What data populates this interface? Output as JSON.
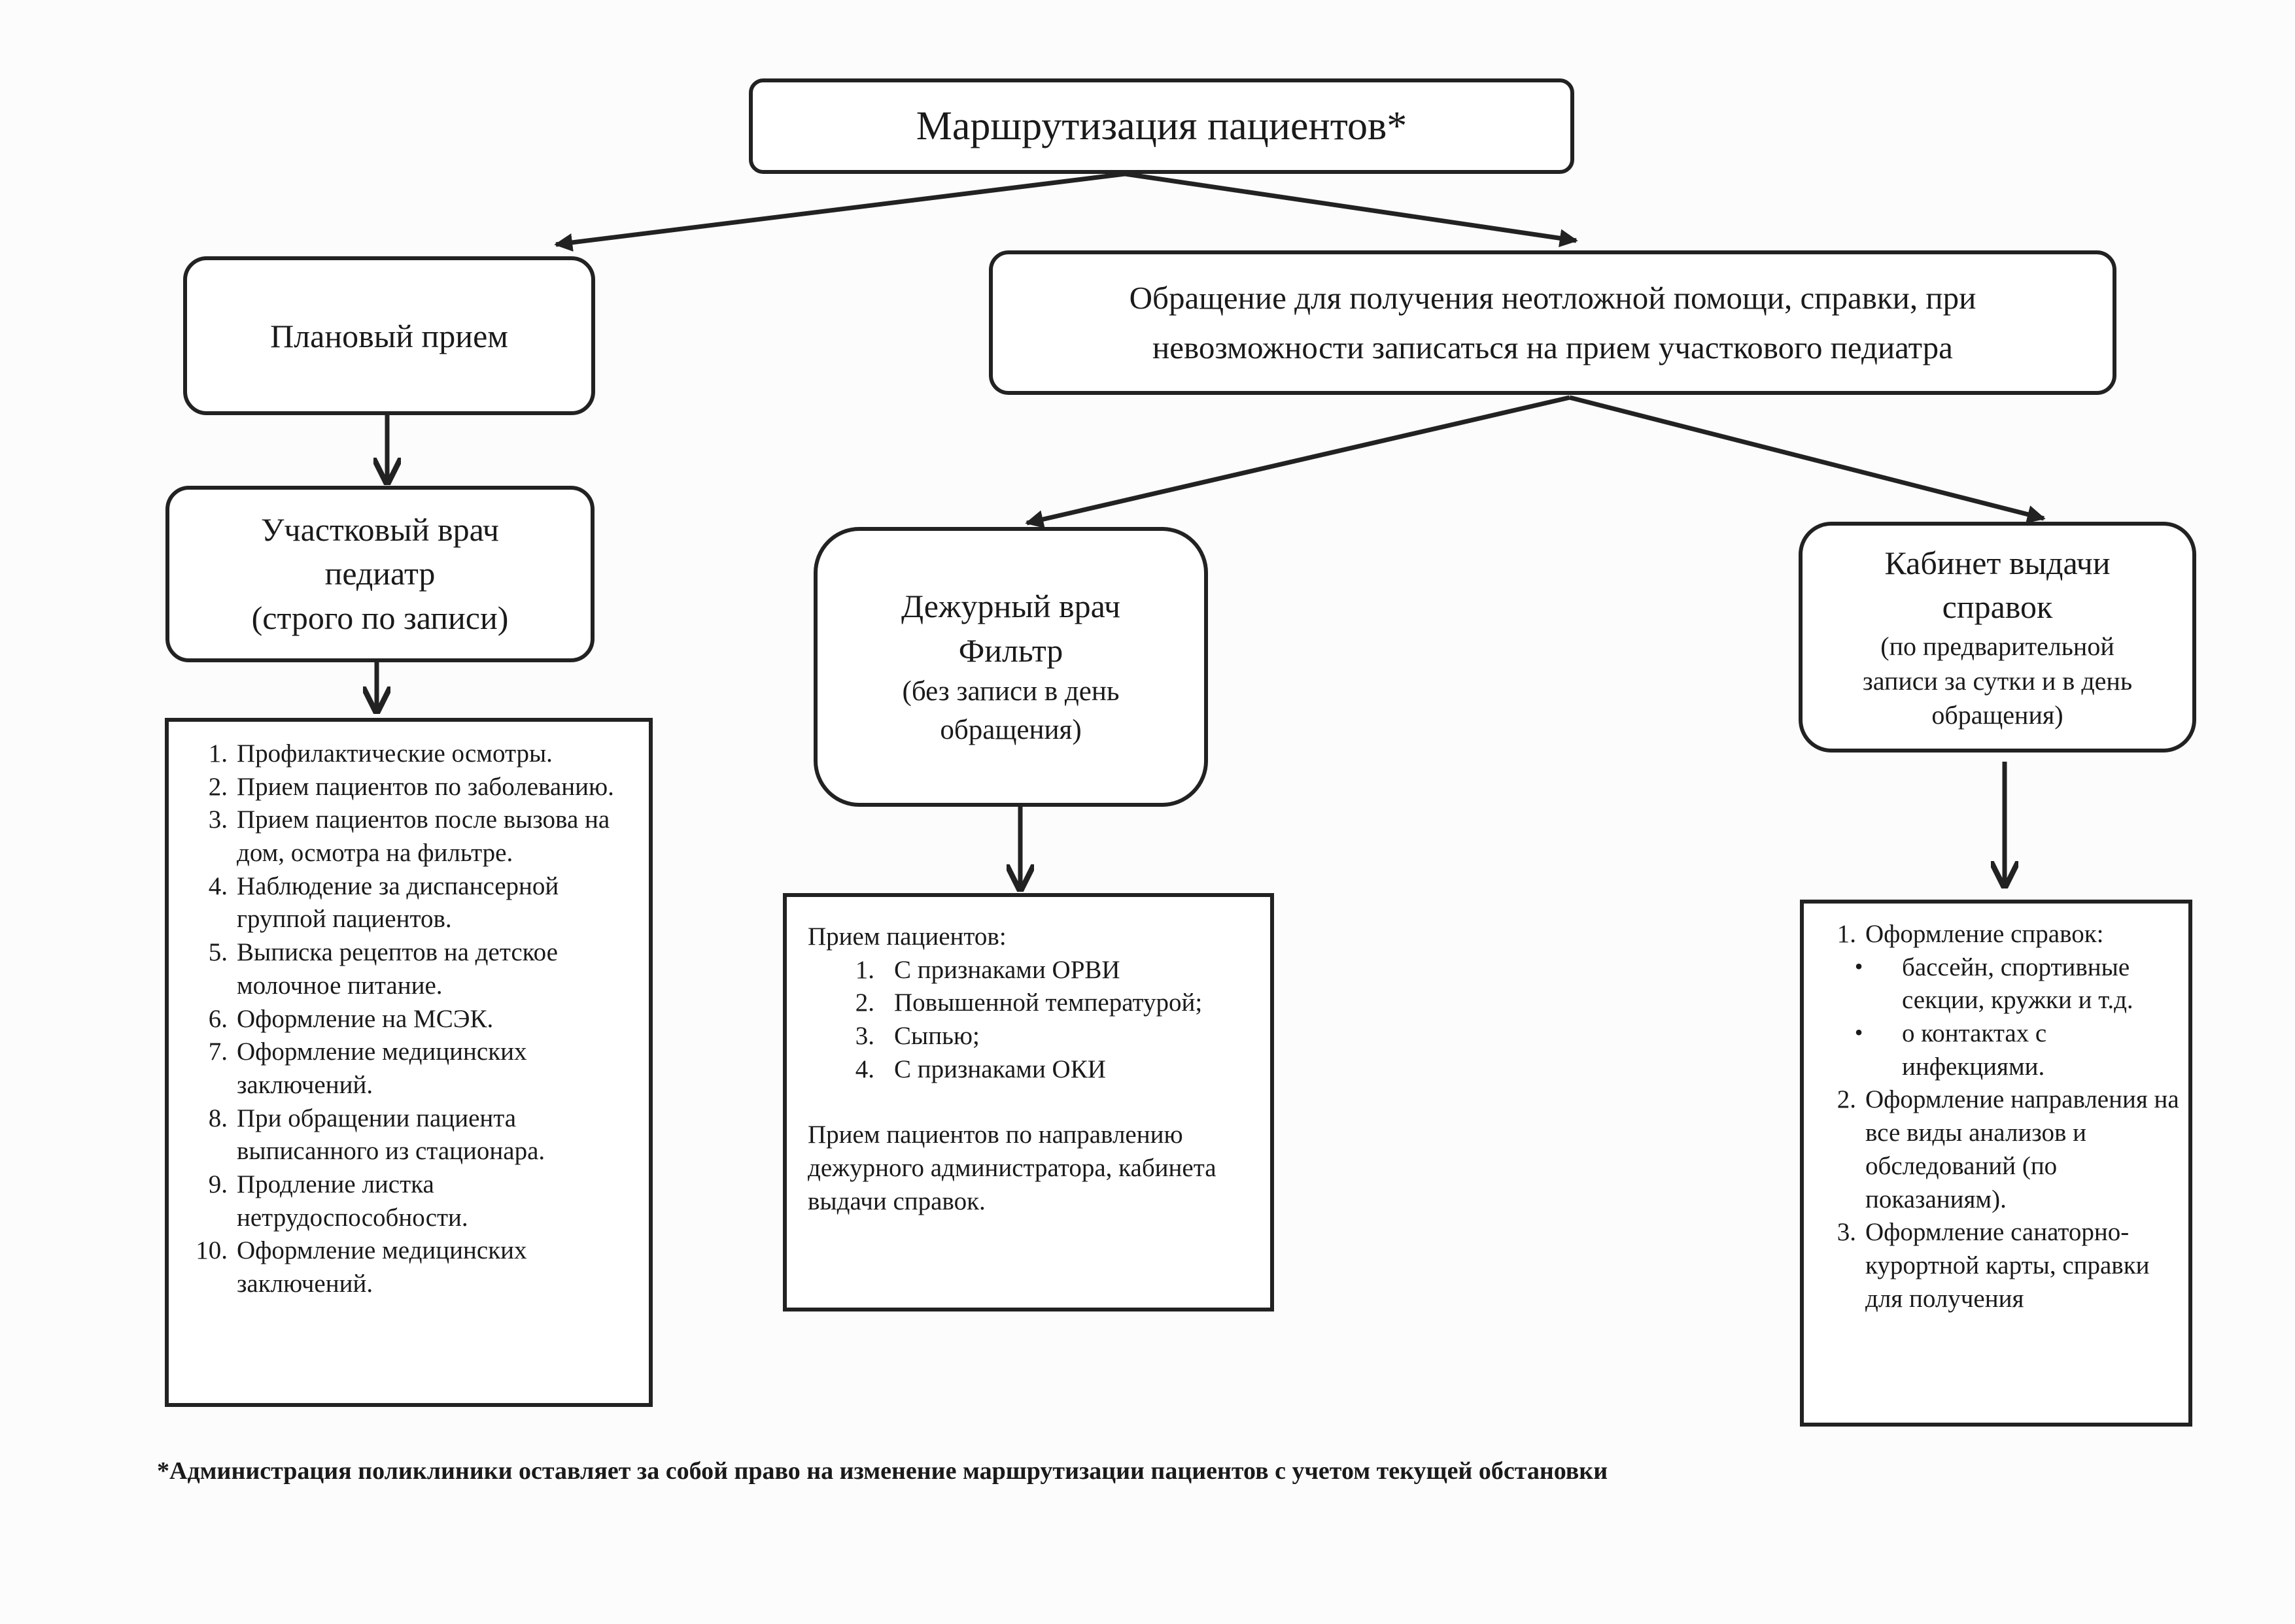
{
  "title": "Маршрутизация пациентов*",
  "planned": {
    "label": "Плановый прием"
  },
  "urgent": {
    "line1": "Обращение для получения неотложной помощи, справки, при",
    "line2": "невозможности записаться на прием участкового педиатра"
  },
  "district_doctor": {
    "line1": "Участковый врач",
    "line2": "педиатр",
    "line3": "(строго по записи)"
  },
  "duty_doctor": {
    "line1": "Дежурный врач",
    "line2": "Фильтр",
    "line3": "(без записи в день",
    "line4": "обращения)"
  },
  "certificate_office": {
    "line1": "Кабинет выдачи",
    "line2": "справок",
    "line3": "(по предварительной",
    "line4": "записи  за сутки и в день",
    "line5": "обращения)"
  },
  "planned_list": [
    {
      "num": "1.",
      "text": "Профилактические осмотры."
    },
    {
      "num": "2.",
      "text": "Прием пациентов по заболеванию."
    },
    {
      "num": "3.",
      "text": "Прием пациентов после вызова на дом, осмотра на фильтре."
    },
    {
      "num": "4.",
      "text": "Наблюдение за диспансерной группой пациентов."
    },
    {
      "num": "5.",
      "text": "Выписка рецептов на детское молочное питание."
    },
    {
      "num": "6.",
      "text": "Оформление на МСЭК."
    },
    {
      "num": "7.",
      "text": "Оформление медицинских заключений."
    },
    {
      "num": "8.",
      "text": "При обращении пациента выписанного из стационара."
    },
    {
      "num": "9.",
      "text": "Продление листка нетрудоспособности."
    },
    {
      "num": "10.",
      "text": "Оформление медицинских заключений."
    }
  ],
  "duty_list": {
    "heading": "Прием пациентов:",
    "items": [
      {
        "num": "1.",
        "text": "С признаками ОРВИ"
      },
      {
        "num": "2.",
        "text": "Повышенной температурой;"
      },
      {
        "num": "3.",
        "text": "Сыпью;"
      },
      {
        "num": "4.",
        "text": "С признаками ОКИ"
      }
    ],
    "paragraph": "Прием пациентов по направлению дежурного администратора, кабинета выдачи справок."
  },
  "cert_list": {
    "item1": {
      "num": "1.",
      "text": "Оформление справок:"
    },
    "bullets": [
      {
        "mark": "•",
        "text": "бассейн, спортивные секции, кружки и т.д."
      },
      {
        "mark": "•",
        "text": "о контактах с инфекциями."
      }
    ],
    "item2": {
      "num": "2.",
      "text": "Оформление направления на все виды анализов и обследований (по показаниям)."
    },
    "item3": {
      "num": "3.",
      "text": "Оформление санаторно-курортной карты, справки для получения"
    }
  },
  "footnote": "*Администрация поликлиники оставляет за собой право на изменение маршрутизации пациентов с учетом текущей обстановки"
}
